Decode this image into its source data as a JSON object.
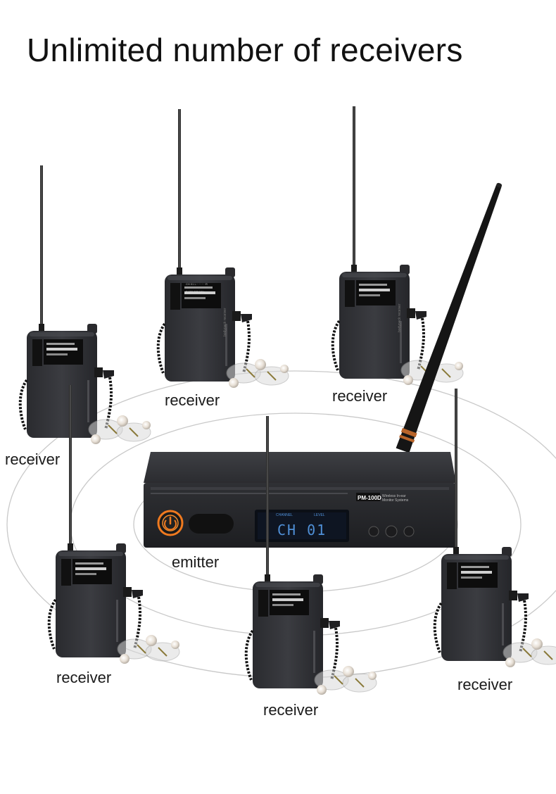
{
  "headline": "Unlimited number of receivers",
  "receiver_label": "receiver",
  "emitter_label": "emitter",
  "device_texts": {
    "brand": "PM-100D",
    "tagline_line1": "Wireless In-ear",
    "tagline_line2": "Monitor Systems",
    "display_channel": "CH 01",
    "display_caption_left": "CHANNEL",
    "display_caption_right": "LEVEL",
    "receiver_side_text": "bodypack receiver",
    "receiver_screen_line1": "CH 01  L··········R",
    "receiver_screen_line2": "F 629.500 MHz"
  },
  "colors": {
    "body": "#34353a",
    "body_dark": "#1e1f22",
    "body_light": "#4a4b50",
    "orbit": "#c9c9c9",
    "lcd": "#4f8fd6",
    "power_ring": "#f07a1f",
    "antenna_band": "#b8642a"
  },
  "icons": [
    "power-icon",
    "earphone-icon",
    "antenna-icon"
  ]
}
